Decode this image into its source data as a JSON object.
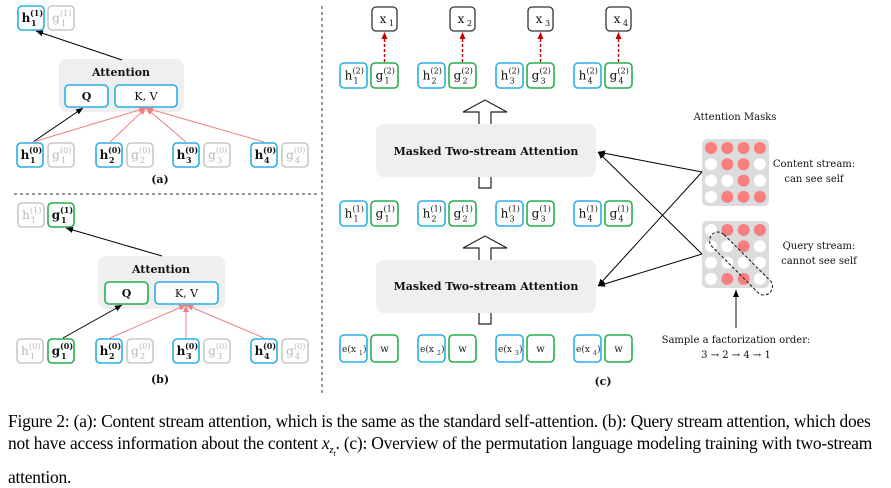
{
  "colors": {
    "content": "#29aee6",
    "query": "#22b04c",
    "inactive": "#c8c8c8",
    "mask_on": "#f77f7f",
    "mask_bg": "#dcdcdc",
    "panel": "#efefef",
    "red_arrow": "#f08080",
    "dash_arrow": "#c00000"
  },
  "panel_a": {
    "label": "(a)",
    "attention_title": "Attention",
    "q_label": "Q",
    "kv_label": "K, V",
    "top": [
      {
        "text": "h",
        "sub": "1",
        "sup": "(1)",
        "stream": "content",
        "active": true
      },
      {
        "text": "g",
        "sub": "1",
        "sup": "(1)",
        "stream": "query",
        "active": false
      }
    ],
    "bottom": [
      {
        "text": "h",
        "sub": "1",
        "sup": "(0)",
        "active": true
      },
      {
        "text": "g",
        "sub": "1",
        "sup": "(0)",
        "active": false
      },
      {
        "text": "h",
        "sub": "2",
        "sup": "(0)",
        "active": true
      },
      {
        "text": "g",
        "sub": "2",
        "sup": "(0)",
        "active": false
      },
      {
        "text": "h",
        "sub": "3",
        "sup": "(0)",
        "active": true
      },
      {
        "text": "g",
        "sub": "3",
        "sup": "(0)",
        "active": false
      },
      {
        "text": "h",
        "sub": "4",
        "sup": "(0)",
        "active": true
      },
      {
        "text": "g",
        "sub": "4",
        "sup": "(0)",
        "active": false
      }
    ]
  },
  "panel_b": {
    "label": "(b)",
    "attention_title": "Attention",
    "q_label": "Q",
    "kv_label": "K, V",
    "top": [
      {
        "text": "h",
        "sub": "1",
        "sup": "(1)",
        "active": false
      },
      {
        "text": "g",
        "sub": "1",
        "sup": "(1)",
        "active": true
      }
    ],
    "bottom": [
      {
        "text": "h",
        "sub": "1",
        "sup": "(0)",
        "active": false
      },
      {
        "text": "g",
        "sub": "1",
        "sup": "(0)",
        "active": true
      },
      {
        "text": "h",
        "sub": "2",
        "sup": "(0)",
        "active": true
      },
      {
        "text": "g",
        "sub": "2",
        "sup": "(0)",
        "active": false
      },
      {
        "text": "h",
        "sub": "3",
        "sup": "(0)",
        "active": true
      },
      {
        "text": "g",
        "sub": "3",
        "sup": "(0)",
        "active": false
      },
      {
        "text": "h",
        "sub": "4",
        "sup": "(0)",
        "active": true
      },
      {
        "text": "g",
        "sub": "4",
        "sup": "(0)",
        "active": false
      }
    ]
  },
  "panel_c": {
    "label": "(c)",
    "outputs": [
      "x1",
      "x2",
      "x3",
      "x4"
    ],
    "outputs_text": [
      {
        "t": "x",
        "s": "1"
      },
      {
        "t": "x",
        "s": "2"
      },
      {
        "t": "x",
        "s": "3"
      },
      {
        "t": "x",
        "s": "4"
      }
    ],
    "layer_title": "Masked Two-stream Attention",
    "layer2": [
      {
        "i": "1",
        "sup": "(2)"
      },
      {
        "i": "2",
        "sup": "(2)"
      },
      {
        "i": "3",
        "sup": "(2)"
      },
      {
        "i": "4",
        "sup": "(2)"
      }
    ],
    "layer1": [
      {
        "i": "1",
        "sup": "(1)"
      },
      {
        "i": "2",
        "sup": "(1)"
      },
      {
        "i": "3",
        "sup": "(1)"
      },
      {
        "i": "4",
        "sup": "(1)"
      }
    ],
    "inputs": [
      {
        "e": "e(x",
        "s": "1",
        "w": "w"
      },
      {
        "e": "e(x",
        "s": "2",
        "w": "w"
      },
      {
        "e": "e(x",
        "s": "3",
        "w": "w"
      },
      {
        "e": "e(x",
        "s": "4",
        "w": "w"
      }
    ],
    "masks_title": "Attention Masks",
    "content_mask_label": [
      "Content stream:",
      "can see self"
    ],
    "query_mask_label": [
      "Query stream:",
      "cannot see self"
    ],
    "content_mask": [
      [
        1,
        1,
        1,
        1
      ],
      [
        0,
        1,
        1,
        0
      ],
      [
        0,
        0,
        1,
        0
      ],
      [
        0,
        1,
        1,
        1
      ]
    ],
    "query_mask": [
      [
        0,
        1,
        1,
        1
      ],
      [
        0,
        0,
        1,
        0
      ],
      [
        0,
        0,
        0,
        0
      ],
      [
        0,
        1,
        1,
        0
      ]
    ],
    "sample_label": "Sample a factorization order:",
    "order": "3 → 2 → 4 → 1"
  },
  "caption": "Figure 2: (a): Content stream attention, which is the same as the standard self-attention. (b): Query stream attention, which does not have access information about the content x_{z_t}. (c): Overview of the permutation language modeling training with two-stream attention.",
  "caption_parts": {
    "before": "Figure 2: (a): Content stream attention, which is the same as the standard self-attention. (b): Query stream attention, which does not have access information about the content ",
    "math_x": "x",
    "math_sub": "z",
    "math_subsub": "t",
    "after": ". (c): Overview of the permutation language modeling training with two-stream attention."
  }
}
